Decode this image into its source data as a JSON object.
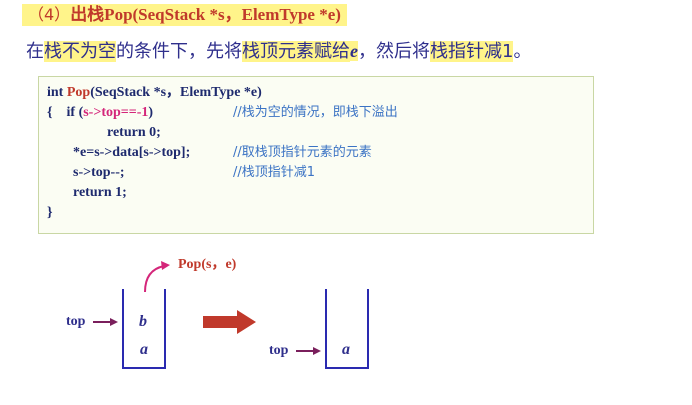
{
  "heading": {
    "number": "（4）",
    "text": "出栈Pop(SeqStack *s，ElemType *e)"
  },
  "description": {
    "part1": "在",
    "hl1": "栈不为空",
    "part2": "的条件下，先将",
    "hl2": "栈顶元素赋给",
    "var": "e",
    "part3": "，然后将",
    "hl3": "栈指针减1",
    "part4": "。"
  },
  "code": {
    "line1_type": "int ",
    "line1_fn": "Pop",
    "line1_rest": "(SeqStack *s，ElemType *e)",
    "line2_brace": "{    if (",
    "line2_cond": "s->top==-1",
    "line2_close": ")",
    "line2_comment": "//栈为空的情况，即栈下溢出",
    "line3": "return 0;",
    "line4": "*e=s->data[s->top];",
    "line4_comment": "//取栈顶指针元素的元素",
    "line5": "s->top--;",
    "line5_comment": "//栈顶指针减1",
    "line6": "return 1;",
    "line7": "}"
  },
  "diagram": {
    "before": {
      "top_label": "top",
      "elements": [
        "b",
        "a"
      ]
    },
    "pop_label": "Pop(s，e)",
    "after": {
      "top_label": "top",
      "elements": [
        "a"
      ]
    },
    "colors": {
      "stack": "#2a2ab0",
      "pointer_arrow": "#7a1f5c",
      "pop_arrow": "#d4267a",
      "big_arrow": "#c0392b"
    }
  }
}
